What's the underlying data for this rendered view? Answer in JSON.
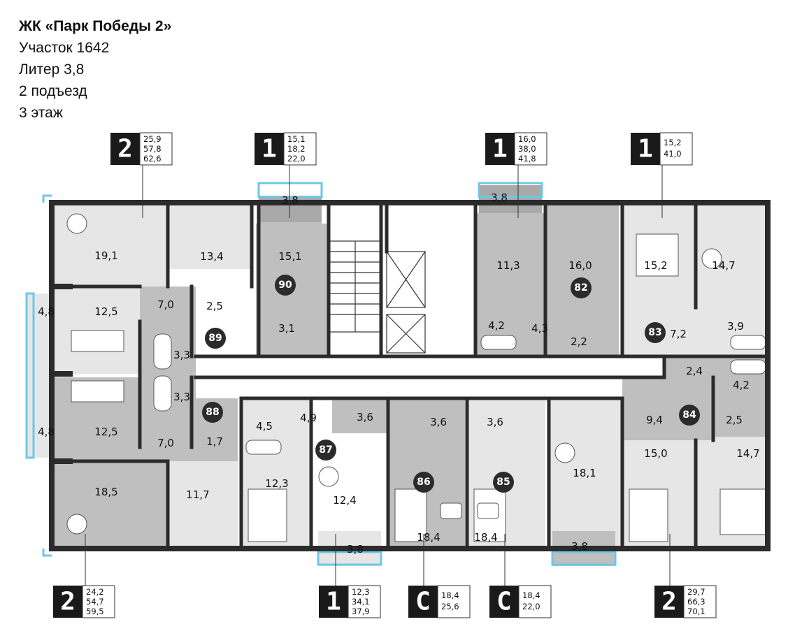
{
  "header": {
    "title": "ЖК «Парк Победы 2»",
    "plot": "Участок 1642",
    "liter": "Литер 3,8",
    "entrance": "2 подъезд",
    "floor": "3 этаж"
  },
  "apartments": [
    {
      "number": "90"
    },
    {
      "number": "89"
    },
    {
      "number": "88"
    },
    {
      "number": "87"
    },
    {
      "number": "86"
    },
    {
      "number": "85"
    },
    {
      "number": "84"
    },
    {
      "number": "83"
    },
    {
      "number": "82"
    }
  ],
  "tags": [
    {
      "type": "2",
      "values": [
        "25,9",
        "57,8",
        "62,6"
      ]
    },
    {
      "type": "1",
      "values": [
        "15,1",
        "18,2",
        "22,0"
      ]
    },
    {
      "type": "1",
      "values": [
        "16,0",
        "38,0",
        "41,8"
      ]
    },
    {
      "type": "1",
      "values": [
        "15,2",
        "41,0"
      ]
    },
    {
      "type": "2",
      "values": [
        "24,2",
        "54,7",
        "59,5"
      ]
    },
    {
      "type": "1",
      "values": [
        "12,3",
        "34,1",
        "37,9"
      ]
    },
    {
      "type": "С",
      "values": [
        "18,4",
        "25,6"
      ]
    },
    {
      "type": "С",
      "values": [
        "18,4",
        "22,0"
      ]
    },
    {
      "type": "2",
      "values": [
        "29,7",
        "66,3",
        "70,1"
      ]
    }
  ],
  "rooms": [
    "19,1",
    "13,4",
    "3,8",
    "15,1",
    "3,8",
    "11,3",
    "16,0",
    "15,2",
    "14,7",
    "4,8",
    "12,5",
    "7,0",
    "2,5",
    "3,1",
    "4,2",
    "4,3",
    "2,2",
    "7,2",
    "3,9",
    "3,3",
    "3,3",
    "2,4",
    "4,2",
    "2,5",
    "4,8",
    "12,5",
    "7,0",
    "1,7",
    "4,5",
    "4,9",
    "3,6",
    "3,6",
    "3,6",
    "9,4",
    "18,5",
    "11,7",
    "12,3",
    "12,4",
    "18,4",
    "18,4",
    "18,1",
    "15,0",
    "14,7",
    "3,8",
    "3,8"
  ]
}
